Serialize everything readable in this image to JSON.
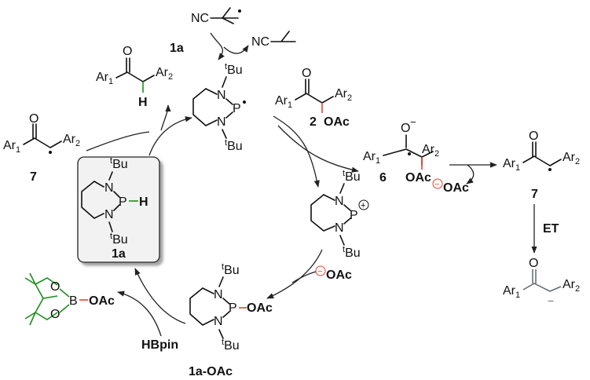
{
  "colors": {
    "ink": "#111111",
    "green": "#1a8f1a",
    "red": "#e8432a",
    "grey": "#5f6b70"
  },
  "labels": {
    "cmpd_1a": "1a",
    "cmpd_1a_box": "1a",
    "cmpd_2": "2",
    "cmpd_6": "6",
    "cmpd_7_left": "7",
    "cmpd_7_right": "7",
    "cmpd_1a_oac": "1a-OAc",
    "et": "ET",
    "hbpin": "HBpin",
    "oac_2": "OAc",
    "oac_6": "OAc",
    "oac_anion_right": "OAc",
    "oac_anion_bottom": "OAc",
    "oac_1a_oac": "OAc",
    "oac_boron": "OAc",
    "nc_top": "NC",
    "nc_right": "NC",
    "bu": "Bu",
    "t": "t",
    "ar": "Ar",
    "n": "N",
    "p": "P",
    "h": "H",
    "o": "O",
    "b": "B",
    "sub_1": "1",
    "sub_2": "2",
    "minus": "−",
    "plus": "+",
    "ominus": "−"
  }
}
